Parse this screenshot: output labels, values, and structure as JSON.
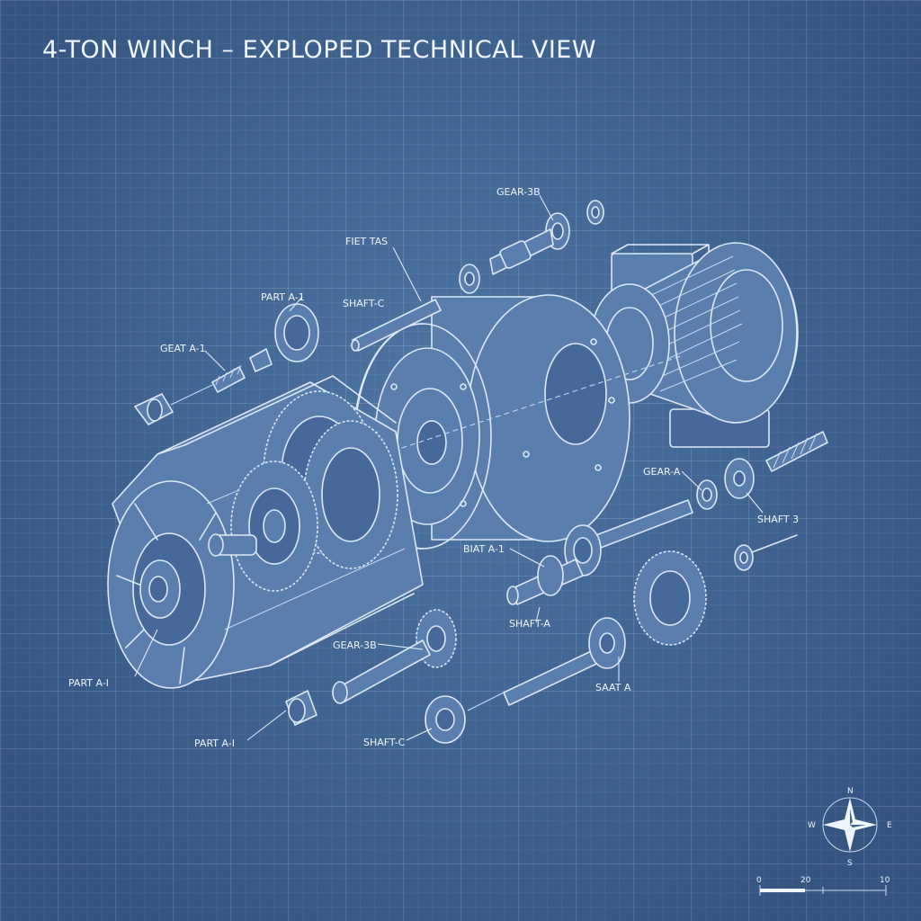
{
  "title": "4-TON WINCH – EXPLOPED TECHNICAL VIEW",
  "labels": {
    "gear_3b_top": "GEAR-3B",
    "fiet_tas": "FIET TAS",
    "part_a1_top": "PART A-1",
    "shaft_c_top": "SHAFT-C",
    "geat_a1": "GEAT A-1",
    "gear_a": "GEAR-A",
    "shaft_3": "SHAFT 3",
    "biat_a1": "BIAT A-1",
    "shaft_a": "SHAFT-A",
    "gear_3b_bottom": "GEAR-3B",
    "part_a1_left": "PART A-I",
    "saat_a": "SAAT A",
    "part_a1_bottom": "PART A-I",
    "shaft_c_bottom": "SHAFT-C"
  },
  "compass": {
    "n": "N",
    "w": "W",
    "e": "E",
    "s": "S"
  },
  "scale": {
    "start": "0",
    "mid": "20",
    "end": "10"
  },
  "colors": {
    "background": "#3f6592",
    "line": "#dbe8f6",
    "grid": "#bed7f0"
  }
}
